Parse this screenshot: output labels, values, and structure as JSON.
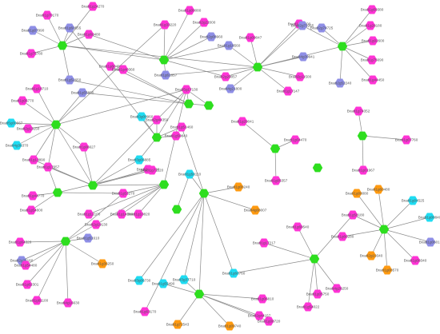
{
  "colors": {
    "hub": "#2ede1f",
    "magenta": "#ff33d6",
    "purple": "#8e8ee6",
    "cyan": "#1fdcf2",
    "orange": "#ff9a10",
    "edge": "#8a8a8a",
    "label": "#555555"
  },
  "graph": {
    "nodes": [
      {
        "id": "h1",
        "type": "hub",
        "label": ""
      },
      {
        "id": "h2",
        "type": "hub",
        "label": ""
      },
      {
        "id": "h3",
        "type": "hub",
        "label": ""
      },
      {
        "id": "h4",
        "type": "hub",
        "label": ""
      },
      {
        "id": "h5",
        "type": "hub",
        "label": ""
      },
      {
        "id": "h6",
        "type": "hub",
        "label": ""
      },
      {
        "id": "h7",
        "type": "hub",
        "label": ""
      },
      {
        "id": "h8",
        "type": "hub",
        "label": ""
      },
      {
        "id": "h9",
        "type": "hub",
        "label": ""
      },
      {
        "id": "h10",
        "type": "hub",
        "label": ""
      },
      {
        "id": "h11",
        "type": "hub",
        "label": ""
      },
      {
        "id": "h12",
        "type": "hub",
        "label": ""
      },
      {
        "id": "h13",
        "type": "hub",
        "label": ""
      },
      {
        "id": "h14",
        "type": "hub",
        "label": ""
      },
      {
        "id": "h15",
        "type": "hub",
        "label": ""
      },
      {
        "id": "h16",
        "type": "hub",
        "label": ""
      },
      {
        "id": "h17",
        "type": "hub",
        "label": ""
      },
      {
        "id": "h18",
        "type": "hub",
        "label": ""
      },
      {
        "id": "h19",
        "type": "hub",
        "label": ""
      },
      {
        "id": "h20",
        "type": "hub",
        "label": ""
      },
      {
        "id": "a1",
        "type": "magenta",
        "label": "Bradi1g70170"
      },
      {
        "id": "a2",
        "type": "magenta",
        "label": "Bradi1g24270"
      },
      {
        "id": "a3",
        "type": "purple",
        "label": "Bradi1g07990"
      },
      {
        "id": "a4",
        "type": "purple",
        "label": "Bradi1g60555"
      },
      {
        "id": "a5",
        "type": "magenta",
        "label": "Bradi1g75780"
      },
      {
        "id": "a6",
        "type": "purple",
        "label": "Bradi1g52650"
      },
      {
        "id": "a7",
        "type": "magenta",
        "label": "Bradi1g60480"
      },
      {
        "id": "a8",
        "type": "magenta",
        "label": "Bradi2g22000"
      },
      {
        "id": "a9",
        "type": "magenta",
        "label": "Bradi1g33220"
      },
      {
        "id": "a10",
        "type": "purple",
        "label": "Bradi2g08960"
      },
      {
        "id": "a11",
        "type": "magenta",
        "label": "Bradi1g00080"
      },
      {
        "id": "a12",
        "type": "purple",
        "label": "Bradi1g18560"
      },
      {
        "id": "a13",
        "type": "purple",
        "label": "Bradi1g61857"
      },
      {
        "id": "a14",
        "type": "magenta",
        "label": "Bradi2g29057"
      },
      {
        "id": "b1",
        "type": "magenta",
        "label": "Bradi1g09047"
      },
      {
        "id": "b2",
        "type": "magenta",
        "label": "Bradi1g70700"
      },
      {
        "id": "b3",
        "type": "purple",
        "label": "Bradi2g72265"
      },
      {
        "id": "b4",
        "type": "purple",
        "label": "Bradi4g30941"
      },
      {
        "id": "b5",
        "type": "magenta",
        "label": "Bradi2g11500"
      },
      {
        "id": "b6",
        "type": "magenta",
        "label": "Bradi1g17147"
      },
      {
        "id": "b7",
        "type": "purple",
        "label": "Bradi4g21800"
      },
      {
        "id": "c1",
        "type": "magenta",
        "label": "Bradi1g69380"
      },
      {
        "id": "c2",
        "type": "magenta",
        "label": "Bradi1g28180"
      },
      {
        "id": "c3",
        "type": "magenta",
        "label": "Bradi1g02600"
      },
      {
        "id": "c4",
        "type": "magenta",
        "label": "Bradi1g75690"
      },
      {
        "id": "c5",
        "type": "magenta",
        "label": "Bradi1g44450"
      },
      {
        "id": "c6",
        "type": "purple",
        "label": "Bradi2g52240"
      },
      {
        "id": "c7",
        "type": "purple",
        "label": "Bradi2g74725"
      },
      {
        "id": "d1",
        "type": "magenta",
        "label": "Bradi5g17130"
      },
      {
        "id": "d2",
        "type": "magenta",
        "label": "Bradi1g60480"
      },
      {
        "id": "d3",
        "type": "magenta",
        "label": "Bradi1g40360"
      },
      {
        "id": "d4",
        "type": "purple",
        "label": "Bradi1g55890"
      },
      {
        "id": "e1",
        "type": "magenta",
        "label": "Bradi1g10710"
      },
      {
        "id": "e2",
        "type": "magenta",
        "label": "Bradi1g05770"
      },
      {
        "id": "e3",
        "type": "magenta",
        "label": "Bradi2g13150"
      },
      {
        "id": "e4",
        "type": "cyan",
        "label": "Bradi5g00667"
      },
      {
        "id": "e5",
        "type": "cyan",
        "label": "Bradi4g36370"
      },
      {
        "id": "e6",
        "type": "magenta",
        "label": "Bradi1g13890"
      },
      {
        "id": "e7",
        "type": "magenta",
        "label": "Bradi1g06627"
      },
      {
        "id": "e8",
        "type": "magenta",
        "label": "Bradi1g17657"
      },
      {
        "id": "f1",
        "type": "cyan",
        "label": "Bradi3g00960"
      },
      {
        "id": "f2",
        "type": "magenta",
        "label": "Bradi2g44350"
      },
      {
        "id": "f3",
        "type": "magenta",
        "label": "Bradi1g50840"
      },
      {
        "id": "f4",
        "type": "magenta",
        "label": "Bradi1g51460"
      },
      {
        "id": "f5",
        "type": "cyan",
        "label": "Bradi3g06885"
      },
      {
        "id": "f6",
        "type": "magenta",
        "label": "Bradi2g60330"
      },
      {
        "id": "f7",
        "type": "magenta",
        "label": "Bradi1g71120"
      },
      {
        "id": "g1",
        "type": "magenta",
        "label": "Bradi1g29041"
      },
      {
        "id": "g2",
        "type": "magenta",
        "label": "Bradi1g04470"
      },
      {
        "id": "g3",
        "type": "magenta",
        "label": "Bradi1g05357"
      },
      {
        "id": "k1",
        "type": "magenta",
        "label": "Bradi1g74352"
      },
      {
        "id": "k2",
        "type": "magenta",
        "label": "Bradi1g07760"
      },
      {
        "id": "k3",
        "type": "magenta",
        "label": "Bradi1g01967"
      },
      {
        "id": "m1",
        "type": "magenta",
        "label": "Bradi1g44770"
      },
      {
        "id": "m2",
        "type": "magenta",
        "label": "Bradi1g53270"
      },
      {
        "id": "m3",
        "type": "magenta",
        "label": "Bradi1g54800"
      },
      {
        "id": "m4",
        "type": "magenta",
        "label": "Bradi1g12100"
      },
      {
        "id": "m5",
        "type": "magenta",
        "label": "Bradi1g10820"
      },
      {
        "id": "m6",
        "type": "magenta",
        "label": "Bradi2g19130"
      },
      {
        "id": "m7",
        "type": "magenta",
        "label": "Bradi1g14380"
      },
      {
        "id": "n1",
        "type": "magenta",
        "label": "Bradi1g64320"
      },
      {
        "id": "n2",
        "type": "purple",
        "label": "Bradi2g25160"
      },
      {
        "id": "n3",
        "type": "purple",
        "label": "Bradi1g51610"
      },
      {
        "id": "n4",
        "type": "magenta",
        "label": "Bradi1g54480"
      },
      {
        "id": "n5",
        "type": "orange",
        "label": "Bradi1g36250"
      },
      {
        "id": "n6",
        "type": "magenta",
        "label": "Bradi1g62301"
      },
      {
        "id": "n7",
        "type": "magenta",
        "label": "Bradi1g61100"
      },
      {
        "id": "n8",
        "type": "magenta",
        "label": "Bradi4g16630"
      },
      {
        "id": "o1",
        "type": "cyan",
        "label": "Bradi1g58110"
      },
      {
        "id": "o2",
        "type": "orange",
        "label": "Bradi1g08240"
      },
      {
        "id": "o3",
        "type": "orange",
        "label": "Bradi4g08007"
      },
      {
        "id": "o4",
        "type": "cyan",
        "label": "Bradi3g06730"
      },
      {
        "id": "o5",
        "type": "magenta",
        "label": "Bradi1g63170"
      },
      {
        "id": "o6",
        "type": "cyan",
        "label": "Bradi3g37710"
      },
      {
        "id": "o7",
        "type": "cyan",
        "label": "Bradi1g60760"
      },
      {
        "id": "p1",
        "type": "cyan",
        "label": "Bradi1g55490"
      },
      {
        "id": "p2",
        "type": "orange",
        "label": "Bradi1g72543"
      },
      {
        "id": "p3",
        "type": "orange",
        "label": "Bradi1g09740"
      },
      {
        "id": "p4",
        "type": "magenta",
        "label": "Bradi1g06810"
      },
      {
        "id": "p5",
        "type": "magenta",
        "label": "Bradi2g44157"
      },
      {
        "id": "p6",
        "type": "magenta",
        "label": "Bradi1g08720"
      },
      {
        "id": "q1",
        "type": "magenta",
        "label": "Bradi1g17217"
      },
      {
        "id": "q2",
        "type": "magenta",
        "label": "Bradi1g69540"
      },
      {
        "id": "q3",
        "type": "magenta",
        "label": "Bradi1g54022"
      },
      {
        "id": "q4",
        "type": "magenta",
        "label": "Bradi4g26250"
      },
      {
        "id": "q5",
        "type": "magenta",
        "label": "Bradi1g05750"
      },
      {
        "id": "r1",
        "type": "orange",
        "label": "Bradi1g08080"
      },
      {
        "id": "r2",
        "type": "orange",
        "label": "Bradi1g60480"
      },
      {
        "id": "r3",
        "type": "cyan",
        "label": "Bradi1g04525"
      },
      {
        "id": "r4",
        "type": "cyan",
        "label": "Bradi1g08840"
      },
      {
        "id": "r5",
        "type": "purple",
        "label": "Bradi1g06018"
      },
      {
        "id": "r6",
        "type": "magenta",
        "label": "Bradi1g08340"
      },
      {
        "id": "r7",
        "type": "orange",
        "label": "Bradi1g08570"
      },
      {
        "id": "r8",
        "type": "orange",
        "label": "Bradi2g19340"
      },
      {
        "id": "r9",
        "type": "magenta",
        "label": "Bradi1g58180"
      },
      {
        "id": "r10",
        "type": "magenta",
        "label": "Bradi1g60280"
      }
    ],
    "edges": [
      [
        "h1",
        "a1"
      ],
      [
        "h1",
        "a2"
      ],
      [
        "h1",
        "a3"
      ],
      [
        "h1",
        "a4"
      ],
      [
        "h1",
        "a5"
      ],
      [
        "h1",
        "a6"
      ],
      [
        "h1",
        "a7"
      ],
      [
        "h2",
        "a7"
      ],
      [
        "h2",
        "a8"
      ],
      [
        "h2",
        "a9"
      ],
      [
        "h2",
        "a10"
      ],
      [
        "h2",
        "a11"
      ],
      [
        "h2",
        "a12"
      ],
      [
        "h2",
        "a13"
      ],
      [
        "h2",
        "a14"
      ],
      [
        "h2",
        "h1"
      ],
      [
        "h3",
        "b1"
      ],
      [
        "h3",
        "b2"
      ],
      [
        "h3",
        "b3"
      ],
      [
        "h3",
        "b4"
      ],
      [
        "h3",
        "b5"
      ],
      [
        "h3",
        "b6"
      ],
      [
        "h3",
        "b7"
      ],
      [
        "h3",
        "a12"
      ],
      [
        "h3",
        "a13"
      ],
      [
        "h3",
        "h1"
      ],
      [
        "h3",
        "a14"
      ],
      [
        "h4",
        "c1"
      ],
      [
        "h4",
        "c2"
      ],
      [
        "h4",
        "c3"
      ],
      [
        "h4",
        "c4"
      ],
      [
        "h4",
        "c5"
      ],
      [
        "h4",
        "c6"
      ],
      [
        "h4",
        "c7"
      ],
      [
        "h4",
        "b3"
      ],
      [
        "h4",
        "h3"
      ],
      [
        "h5",
        "a6"
      ],
      [
        "h5",
        "d1"
      ],
      [
        "h5",
        "d2"
      ],
      [
        "h5",
        "d3"
      ],
      [
        "h5",
        "d4"
      ],
      [
        "h6",
        "d4"
      ],
      [
        "h6",
        "e1"
      ],
      [
        "h6",
        "e2"
      ],
      [
        "h6",
        "e3"
      ],
      [
        "h6",
        "e4"
      ],
      [
        "h6",
        "e5"
      ],
      [
        "h6",
        "e6"
      ],
      [
        "h6",
        "e7"
      ],
      [
        "h6",
        "e8"
      ],
      [
        "h6",
        "d1"
      ],
      [
        "h6",
        "a9"
      ],
      [
        "h7",
        "f1"
      ],
      [
        "h7",
        "f2"
      ],
      [
        "h7",
        "f3"
      ],
      [
        "h7",
        "f4"
      ],
      [
        "h7",
        "f5"
      ],
      [
        "h7",
        "d1"
      ],
      [
        "h7",
        "a4"
      ],
      [
        "h8",
        "d1"
      ],
      [
        "h8",
        "h5"
      ],
      [
        "h9",
        "f5"
      ],
      [
        "h9",
        "f6"
      ],
      [
        "h9",
        "f7"
      ],
      [
        "h9",
        "e7"
      ],
      [
        "h9",
        "e8"
      ],
      [
        "h9",
        "h6"
      ],
      [
        "h9",
        "d1"
      ],
      [
        "h9",
        "e6"
      ],
      [
        "h10",
        "g1"
      ],
      [
        "h10",
        "g2"
      ],
      [
        "h10",
        "g3"
      ],
      [
        "h11",
        "k1"
      ],
      [
        "h11",
        "k2"
      ],
      [
        "h11",
        "k3"
      ],
      [
        "h13",
        "m1"
      ],
      [
        "h13",
        "m2"
      ],
      [
        "h13",
        "m3"
      ],
      [
        "h13",
        "f7"
      ],
      [
        "h13",
        "e8"
      ],
      [
        "h14",
        "m2"
      ],
      [
        "h14",
        "m4"
      ],
      [
        "h14",
        "m5"
      ],
      [
        "h14",
        "m6"
      ],
      [
        "h14",
        "m7"
      ],
      [
        "h14",
        "d1"
      ],
      [
        "h14",
        "h9"
      ],
      [
        "h15",
        "n1"
      ],
      [
        "h15",
        "n2"
      ],
      [
        "h15",
        "n3"
      ],
      [
        "h15",
        "n4"
      ],
      [
        "h15",
        "n5"
      ],
      [
        "h15",
        "n6"
      ],
      [
        "h15",
        "n7"
      ],
      [
        "h15",
        "n8"
      ],
      [
        "h15",
        "m2"
      ],
      [
        "h15",
        "m6"
      ],
      [
        "h16",
        "o1"
      ],
      [
        "h17",
        "o2"
      ],
      [
        "h17",
        "o3"
      ],
      [
        "h17",
        "o4"
      ],
      [
        "h17",
        "o5"
      ],
      [
        "h17",
        "o6"
      ],
      [
        "h17",
        "o7"
      ],
      [
        "h17",
        "o1"
      ],
      [
        "h17",
        "h18"
      ],
      [
        "h17",
        "f4"
      ],
      [
        "h18",
        "p1"
      ],
      [
        "h18",
        "p2"
      ],
      [
        "h18",
        "p3"
      ],
      [
        "h18",
        "p4"
      ],
      [
        "h18",
        "p5"
      ],
      [
        "h18",
        "p6"
      ],
      [
        "h18",
        "o6"
      ],
      [
        "h19",
        "q1"
      ],
      [
        "h19",
        "q2"
      ],
      [
        "h19",
        "q3"
      ],
      [
        "h19",
        "q4"
      ],
      [
        "h19",
        "q5"
      ],
      [
        "h19",
        "o7"
      ],
      [
        "h19",
        "r9"
      ],
      [
        "h20",
        "r1"
      ],
      [
        "h20",
        "r2"
      ],
      [
        "h20",
        "r3"
      ],
      [
        "h20",
        "r4"
      ],
      [
        "h20",
        "r5"
      ],
      [
        "h20",
        "r6"
      ],
      [
        "h20",
        "r7"
      ],
      [
        "h20",
        "r8"
      ],
      [
        "h20",
        "r9"
      ],
      [
        "h20",
        "r10"
      ]
    ]
  }
}
